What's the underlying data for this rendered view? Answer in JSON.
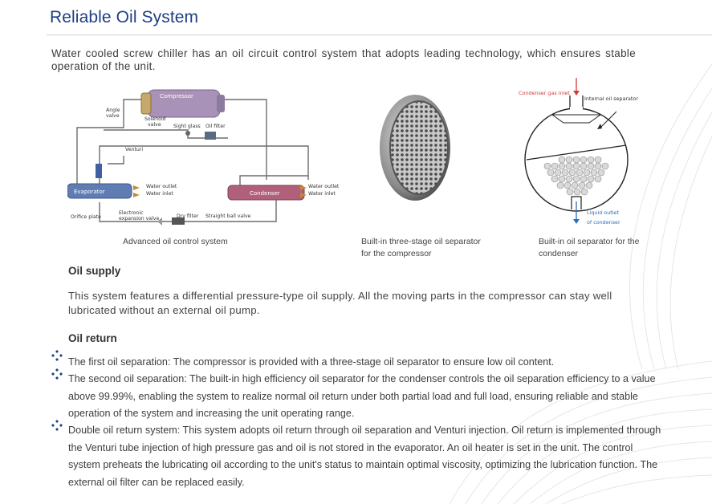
{
  "page": {
    "title": "Reliable Oil System",
    "intro": "Water cooled screw chiller has an oil circuit control system that adopts leading technology, which ensures stable operation of the unit."
  },
  "diagram_left": {
    "compressor": "Compressor",
    "angle_valve": [
      "Angle",
      "valve"
    ],
    "solenoid_valve": [
      "Solenoid",
      "valve"
    ],
    "sight_glass": "Sight glass",
    "oil_filter": "Oil filter",
    "venturi": "Venturi",
    "evaporator": "Evaporator",
    "evap_water_outlet": "Water outlet",
    "evap_water_inlet": "Water inlet",
    "condenser": "Condenser",
    "cond_water_outlet": "Water outlet",
    "cond_water_inlet": "Water inlet",
    "orifice_plate": "Orifice plate",
    "electronic_expansion_valve": [
      "Electronic",
      "expansion valve"
    ],
    "dry_filter": "Dry filter",
    "straight_ball_valve": "Straight ball valve",
    "caption": "Advanced oil control system"
  },
  "photo_middle": {
    "caption_line1": "Built-in three-stage oil separator",
    "caption_line2": "for the compressor"
  },
  "diagram_right": {
    "condenser_gas_inlet": "Condenser gas inlet",
    "internal_oil_separator": "Internal oil separator",
    "liquid_outlet_line1": "Liquid  outlet",
    "liquid_outlet_line2": "of condenser",
    "caption_line1": "Built-in oil separator for the",
    "caption_line2": "condenser"
  },
  "oil_supply": {
    "heading": "Oil supply",
    "text": "This system features a differential pressure-type oil supply. All the moving parts in the compressor can stay well lubricated without an external oil pump."
  },
  "oil_return": {
    "heading": "Oil return",
    "bullets": [
      "The first oil separation: The compressor is provided with a three-stage oil separator to ensure low oil content.",
      "The second oil separation: The built-in high efficiency oil separator for the condenser controls the oil separation efficiency to a value above 99.99%, enabling the system to realize normal oil return under both partial load and full load, ensuring reliable and stable operation of the system and increasing the unit operating range.",
      "Double oil return system: This system adopts oil return through oil separation and Venturi injection. Oil return is implemented through the Venturi tube injection of high pressure gas and oil is not stored in the evaporator. An oil heater is set in the unit. The control system preheats the lubricating oil according to the unit's status to maintain optimal viscosity, optimizing the lubrication function. The external oil filter can be replaced easily."
    ]
  },
  "colors": {
    "title": "#1f3e86",
    "accent_red": "#d33a3a",
    "accent_blue": "#2f6db3",
    "bullet_icon": "#1f3e86"
  }
}
